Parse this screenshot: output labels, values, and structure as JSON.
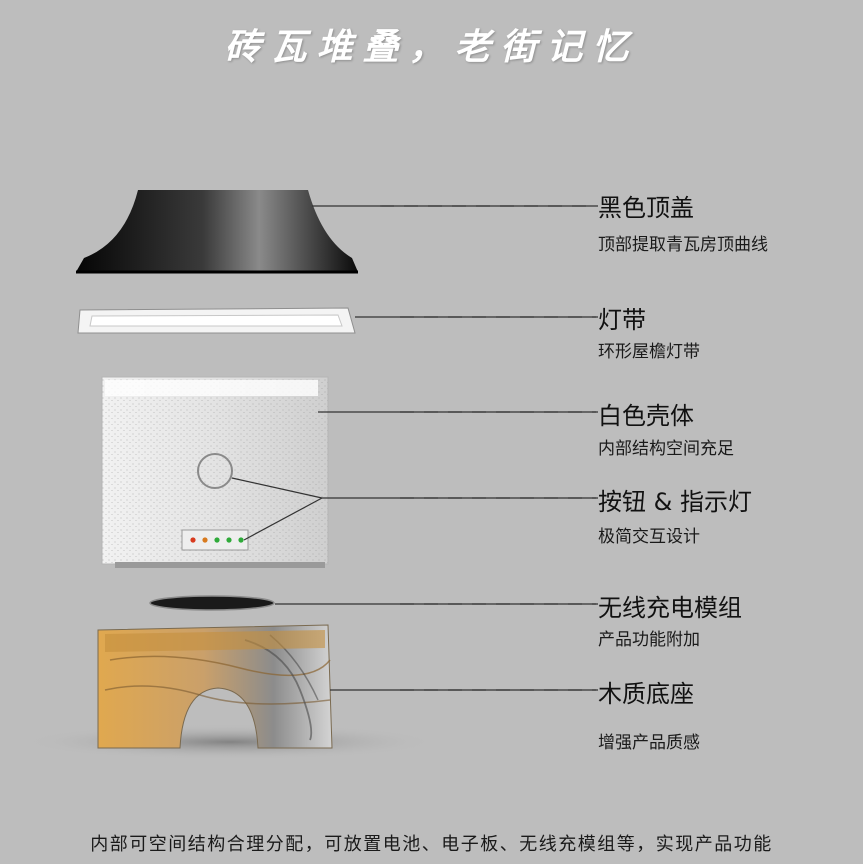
{
  "title": "砖瓦堆叠，老街记忆",
  "parts": [
    {
      "name": "黑色顶盖",
      "desc": "顶部提取青瓦房顶曲线"
    },
    {
      "name": "灯带",
      "desc": "环形屋檐灯带"
    },
    {
      "name": "白色壳体",
      "desc": "内部结构空间充足"
    },
    {
      "name": "按钮 & 指示灯",
      "desc": "极简交互设计"
    },
    {
      "name": "无线充电模组",
      "desc": "产品功能附加"
    },
    {
      "name": "木质底座",
      "desc": "增强产品质感"
    }
  ],
  "caption": "内部可空间结构合理分配，可放置电池、电子板、无线充模组等，实现产品功能",
  "colors": {
    "background": "#bdbdbd",
    "cap": "#111111",
    "shell": "#e6e6e6",
    "wood": "#d9a24e",
    "indicator_red": "#d83a1e",
    "indicator_green": "#2faa3a"
  }
}
